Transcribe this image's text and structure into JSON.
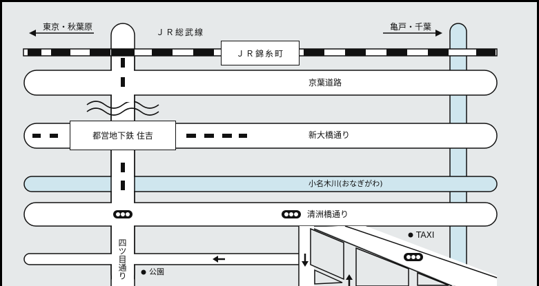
{
  "map": {
    "labels": {
      "dir_west": "東京・秋葉原",
      "jr_sobu_line": "ＪＲ総武線",
      "dir_east": "亀戸・千葉",
      "station_jr": "ＪＲ錦糸町",
      "keiyo_road": "京葉道路",
      "subway_station": "都営地下鉄 住吉",
      "shin_ohashi": "新大橋通り",
      "onagi_river": "小名木川(おなぎがわ)",
      "kiyosu_bashi": "清洲橋通り",
      "taxi": "TAXI",
      "yotsume": "四ツ目通り",
      "park": "公園"
    },
    "colors": {
      "frame": "#000000",
      "background": "#e6e9ea",
      "road": "#ffffff",
      "water": "#cfe6ee",
      "outline": "#111111"
    },
    "icons": [
      "arrow-left-icon",
      "arrow-right-icon",
      "signal-icon",
      "arrow-down-icon",
      "arrow-up-icon",
      "wavy-break-icon",
      "marker-dot-icon"
    ]
  }
}
